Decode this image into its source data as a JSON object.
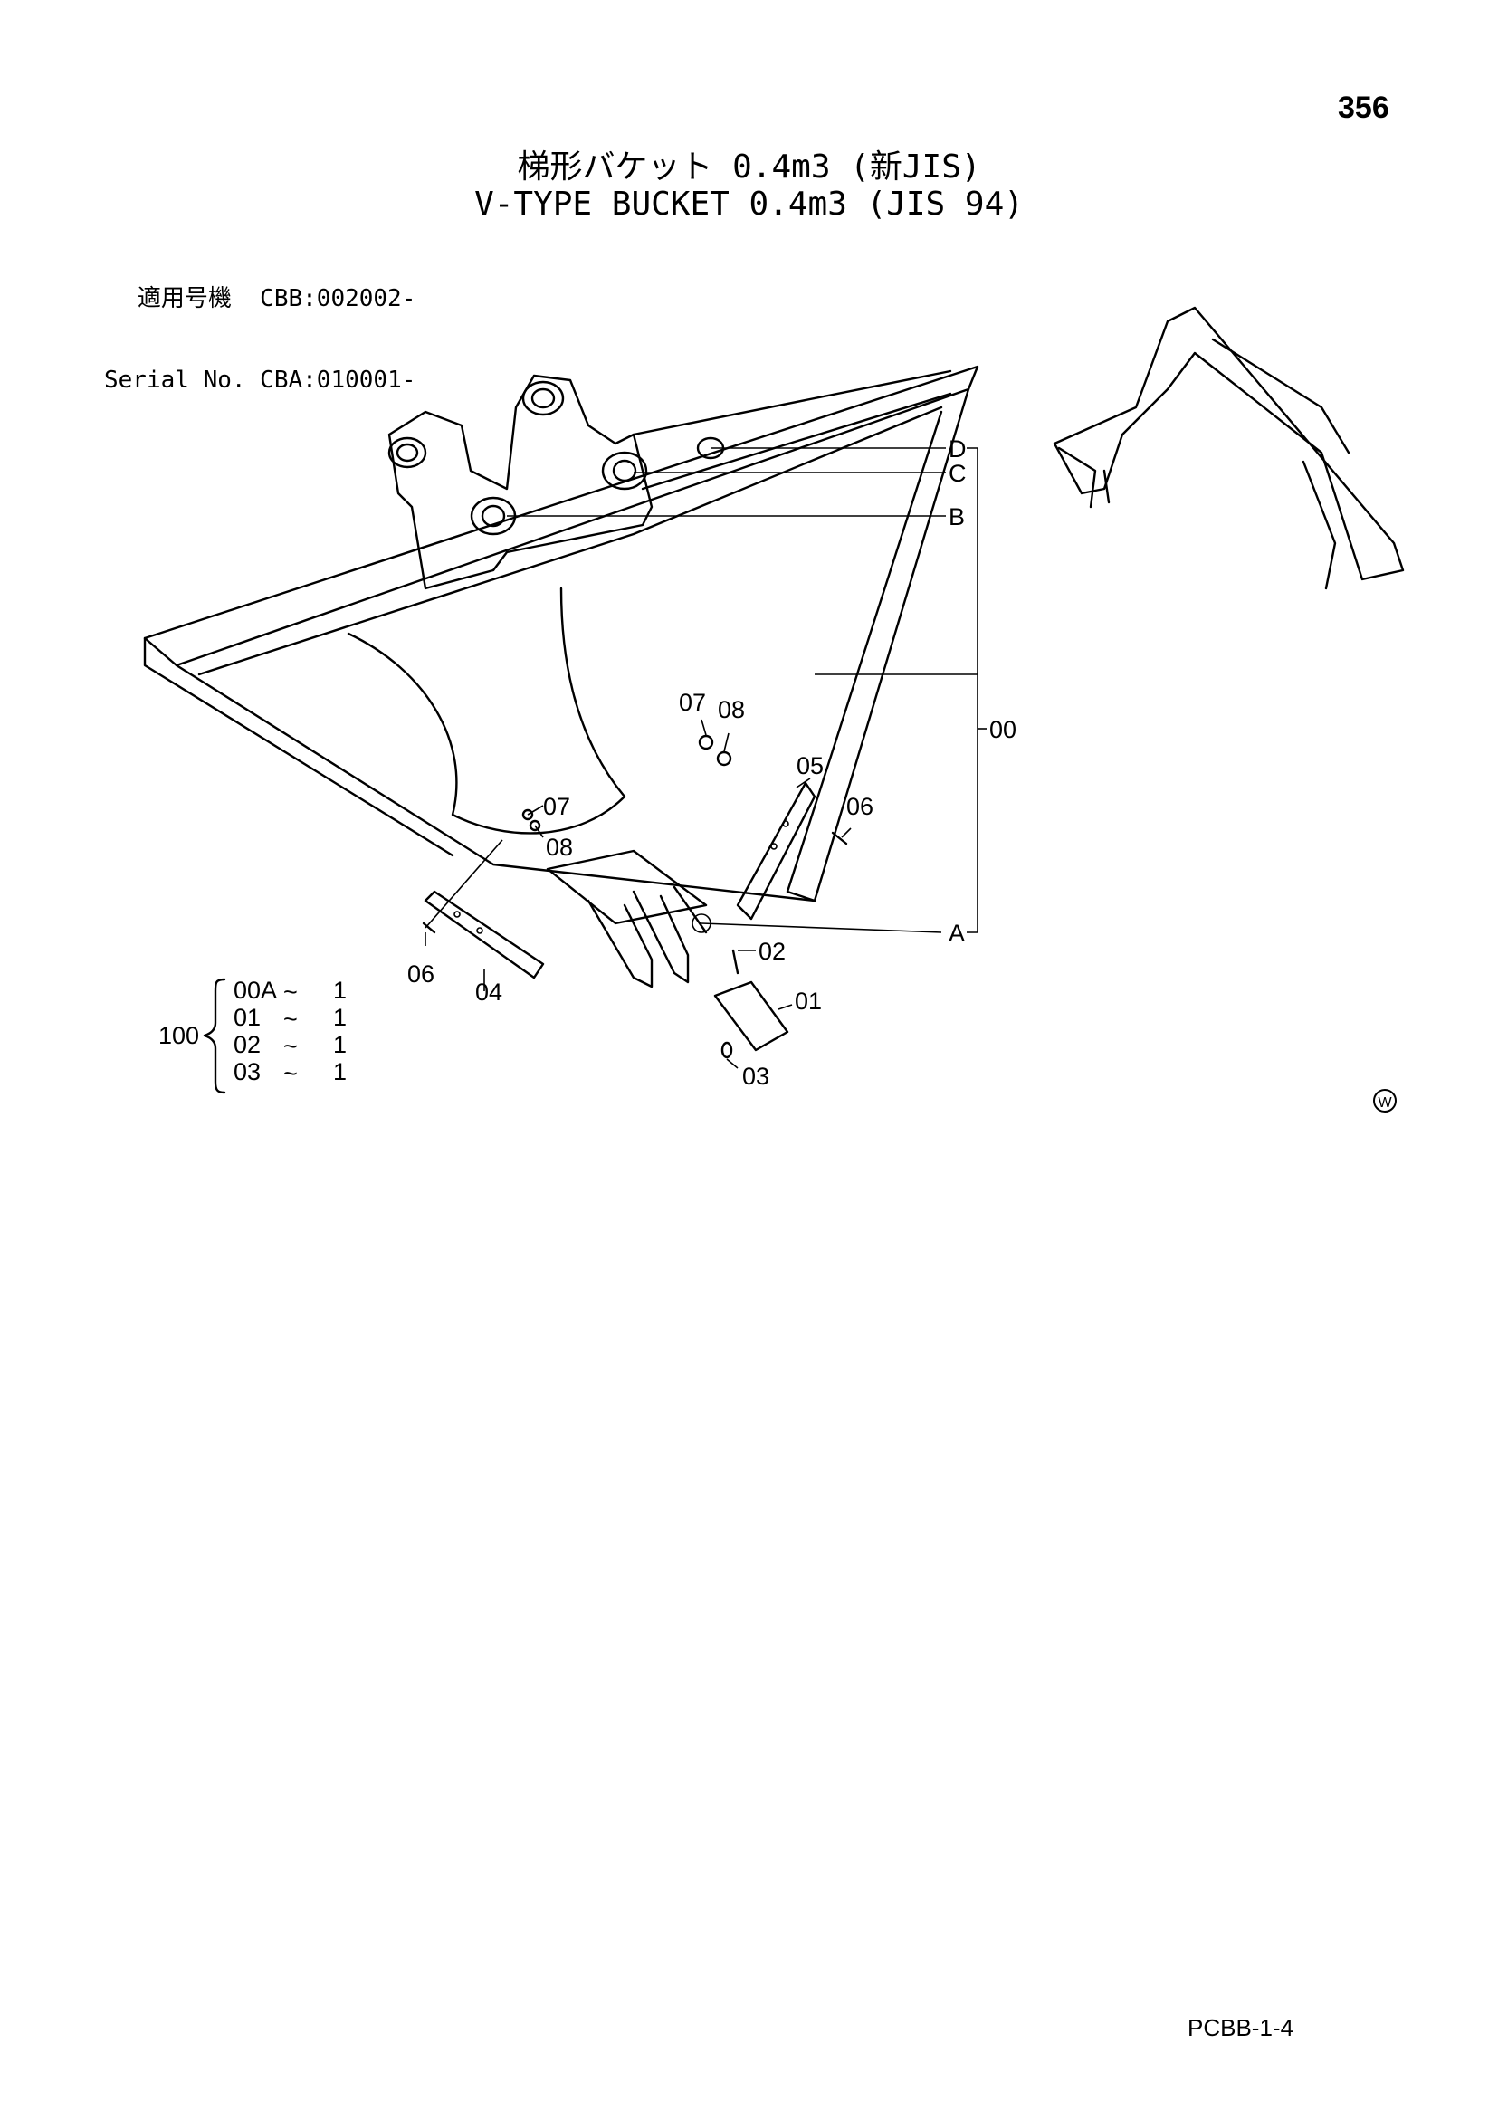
{
  "page_number": "356",
  "title_jp": "梯形バケット 0.4m3 (新JIS)",
  "title_en": "V-TYPE BUCKET 0.4m3 (JIS 94)",
  "serial": {
    "line1": "適用号機  CBB:002002-",
    "line2": "Serial No. CBA:010001-"
  },
  "callouts": {
    "D": "D",
    "C": "C",
    "B": "B",
    "A": "A",
    "00": "00",
    "07_upper": "07",
    "08_upper": "08",
    "05": "05",
    "06_right": "06",
    "07_left": "07",
    "08_left": "08",
    "06_left": "06",
    "04": "04",
    "02": "02",
    "01": "01",
    "03": "03"
  },
  "kit": {
    "label": "100",
    "rows": [
      {
        "part": "00A",
        "sep": "~",
        "qty": "1"
      },
      {
        "part": "01",
        "sep": "~",
        "qty": "1"
      },
      {
        "part": "02",
        "sep": "~",
        "qty": "1"
      },
      {
        "part": "03",
        "sep": "~",
        "qty": "1"
      }
    ]
  },
  "mark": "W",
  "footer_code": "PCBB-1-4"
}
